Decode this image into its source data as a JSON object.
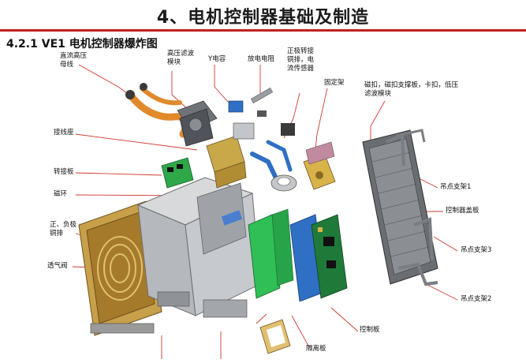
{
  "title": "4、电机控制器基础及制造",
  "subtitle": "4.2.1 VE1 电机控制器爆炸图",
  "labels": {
    "hv_filter": "高压滤波\n模块",
    "y_cap": "Y电容",
    "discharge": "放电电阻",
    "pos_copper": "正极转接\n铜排，电\n流传感器",
    "fixing": "固定架",
    "magnet": "磁扣，磁扣支撑板，卡扣，低压\n滤波模块",
    "dc_bus": "直流高压\n母线",
    "terminal": "接线座",
    "adapter": "转接板",
    "ring": "磁环",
    "copper_bar": "正、负极\n铜排",
    "vent": "透气阀",
    "bracket1": "吊点支架1",
    "cover": "控制器盖板",
    "bracket3": "吊点支架3",
    "bracket2": "吊点支架2",
    "isolation": "隔离板",
    "ctrl_board": "控制板"
  },
  "colors": {
    "accent": "#c0211f",
    "leader": "#d23a30",
    "metal": "#b9bcc0",
    "green_pcb": "#2fa84a",
    "blue_part": "#2f6fc4",
    "copper": "#e08a2c",
    "brass": "#d8b34a"
  }
}
